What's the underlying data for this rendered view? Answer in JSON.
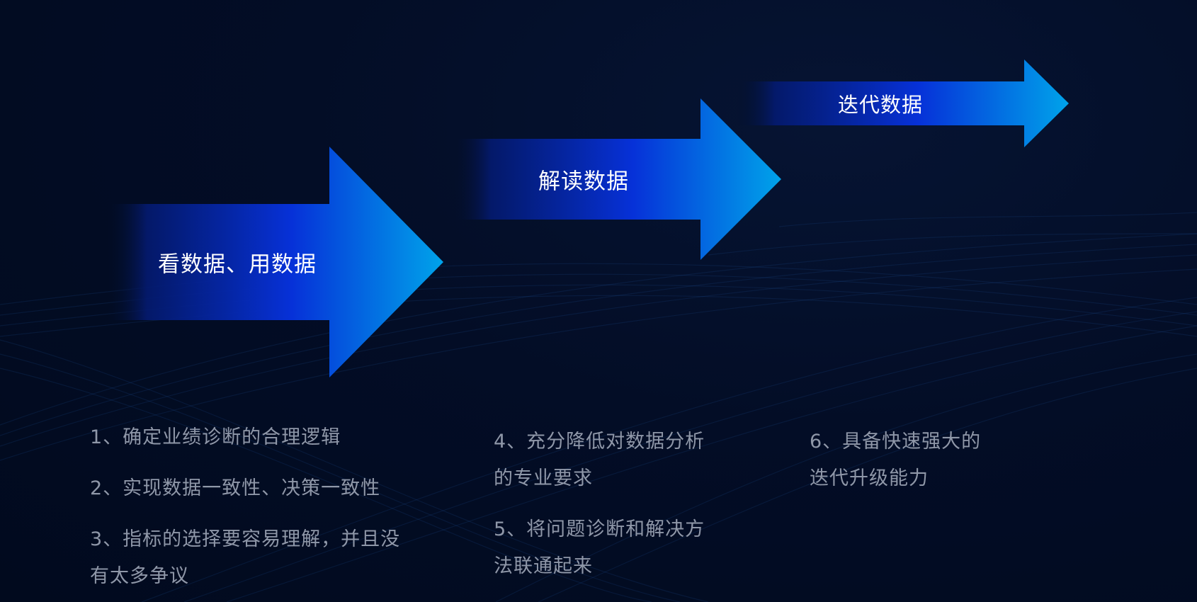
{
  "colors": {
    "background": "#020d24",
    "arrow_start": "#020d24",
    "arrow_mid": "#0631d8",
    "arrow_end": "#00a3ea",
    "label_text": "#ffffff",
    "note_text": "#8f97a8"
  },
  "stages": [
    {
      "label": "看数据、用数据"
    },
    {
      "label": "解读数据"
    },
    {
      "label": "迭代数据"
    }
  ],
  "notes": [
    "1、确定业绩诊断的合理逻辑",
    "2、实现数据一致性、决策一致性",
    "3、指标的选择要容易理解，并且没",
    "有太多争议",
    "4、充分降低对数据分析",
    "的专业要求",
    "5、将问题诊断和解决方",
    "法联通起来",
    "6、具备快速强大的",
    "迭代升级能力"
  ]
}
